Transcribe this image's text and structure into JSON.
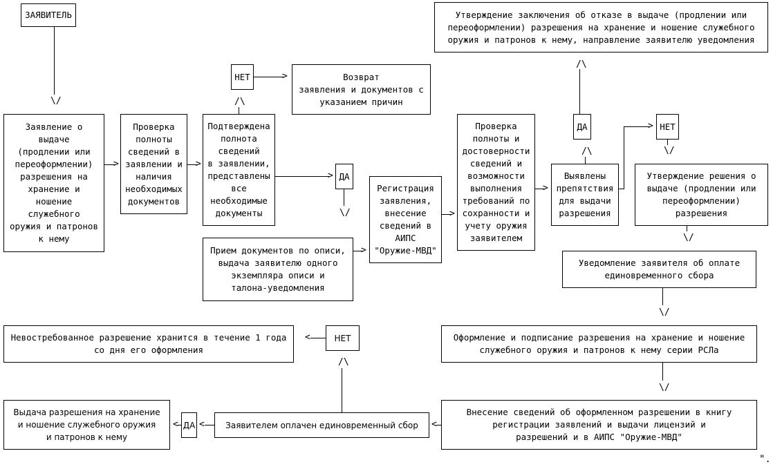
{
  "diagram": {
    "nodes": {
      "applicant": "ЗАЯВИТЕЛЬ",
      "application": "Заявление о\nвыдаче\n(продлении или\nпереоформлении)\nразрешения на\nхранение и\nношение\nслужебного\nоружия и патронов\nк нему",
      "check_completeness": "Проверка\nполноты\nсведений в\nзаявлении и\nналичия\nнеобходимых\nдокументов",
      "confirmed": "Подтверждена\nполнота\nсведений\nв заявлении,\nпредставлены\nвсе\nнеобходимые\nдокументы",
      "no_1": "НЕТ",
      "return_docs": "Возврат\nзаявления и документов с\nуказанием причин",
      "yes_1": "ДА",
      "receive_docs": "Прием документов по описи,\nвыдача заявителю одного\nэкземпляра описи и\nталона-уведомления",
      "registration": "Регистрация\nзаявления,\nвнесение\nсведений в\nАИПС\n\"Оружие-МВД\"",
      "check_reliability": "Проверка\nполноты и\nдостоверности\nсведений и\nвозможности\nвыполнения\nтребований по\nсохранности и\nучету оружия\nзаявителем",
      "obstacles": "Выявлены\nпрепятствия\nдля выдачи\nразрешения",
      "yes_2": "ДА",
      "no_2": "НЕТ",
      "refusal": "Утверждение заключения об отказе в выдаче (продлении или\nпереоформлении) разрешения на хранение и ношение служебного\nоружия и патронов к нему, направление заявителю уведомления",
      "approve_issue": "Утверждение решения о\nвыдаче (продлении или\nпереоформлении)\nразрешения",
      "notify_fee": "Уведомление заявителя об оплате\nединовременного сбора",
      "issue_permit": "Оформление и подписание разрешения на хранение и ношение\nслужебного оружия и патронов к нему серии РСЛа",
      "record_permit": "Внесение сведений об оформленном разрешении в книгу\nрегистрации заявлений и выдачи лицензий и\nразрешений и в АИПС \"Оружие-МВД\"",
      "fee_paid": "Заявителем оплачен единовременный сбор",
      "yes_3": "ДА",
      "deliver_permit": "Выдача разрешения на хранение\nи ношение служебного оружия\nи патронов к нему",
      "no_3": "НЕТ",
      "unclaimed": "Невостребованное разрешение хранится в течение 1 года\nсо дня его оформления"
    },
    "arrows": {
      "down": "\\/",
      "up": "/\\",
      "right": ">",
      "left": "<"
    },
    "trailing_mark": "\"."
  }
}
